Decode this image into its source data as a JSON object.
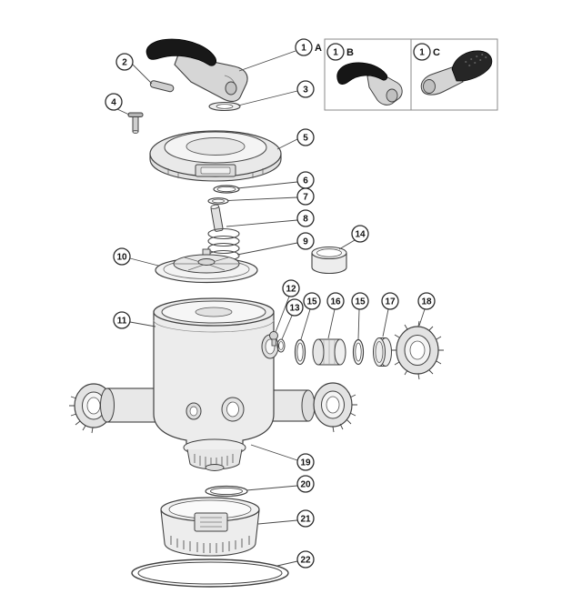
{
  "diagram": {
    "callouts": {
      "n1a": {
        "label": "1",
        "suffix": "A"
      },
      "n1b": {
        "label": "1",
        "suffix": "B"
      },
      "n1c": {
        "label": "1",
        "suffix": "C"
      },
      "n2": {
        "label": "2"
      },
      "n3": {
        "label": "3"
      },
      "n4": {
        "label": "4"
      },
      "n5": {
        "label": "5"
      },
      "n6": {
        "label": "6"
      },
      "n7": {
        "label": "7"
      },
      "n8": {
        "label": "8"
      },
      "n9": {
        "label": "9"
      },
      "n10": {
        "label": "10"
      },
      "n11": {
        "label": "11"
      },
      "n12": {
        "label": "12"
      },
      "n13": {
        "label": "13"
      },
      "n14": {
        "label": "14"
      },
      "n15a": {
        "label": "15"
      },
      "n16": {
        "label": "16"
      },
      "n15b": {
        "label": "15"
      },
      "n17": {
        "label": "17"
      },
      "n18": {
        "label": "18"
      },
      "n19": {
        "label": "19"
      },
      "n20": {
        "label": "20"
      },
      "n21": {
        "label": "21"
      },
      "n22": {
        "label": "22"
      }
    }
  }
}
